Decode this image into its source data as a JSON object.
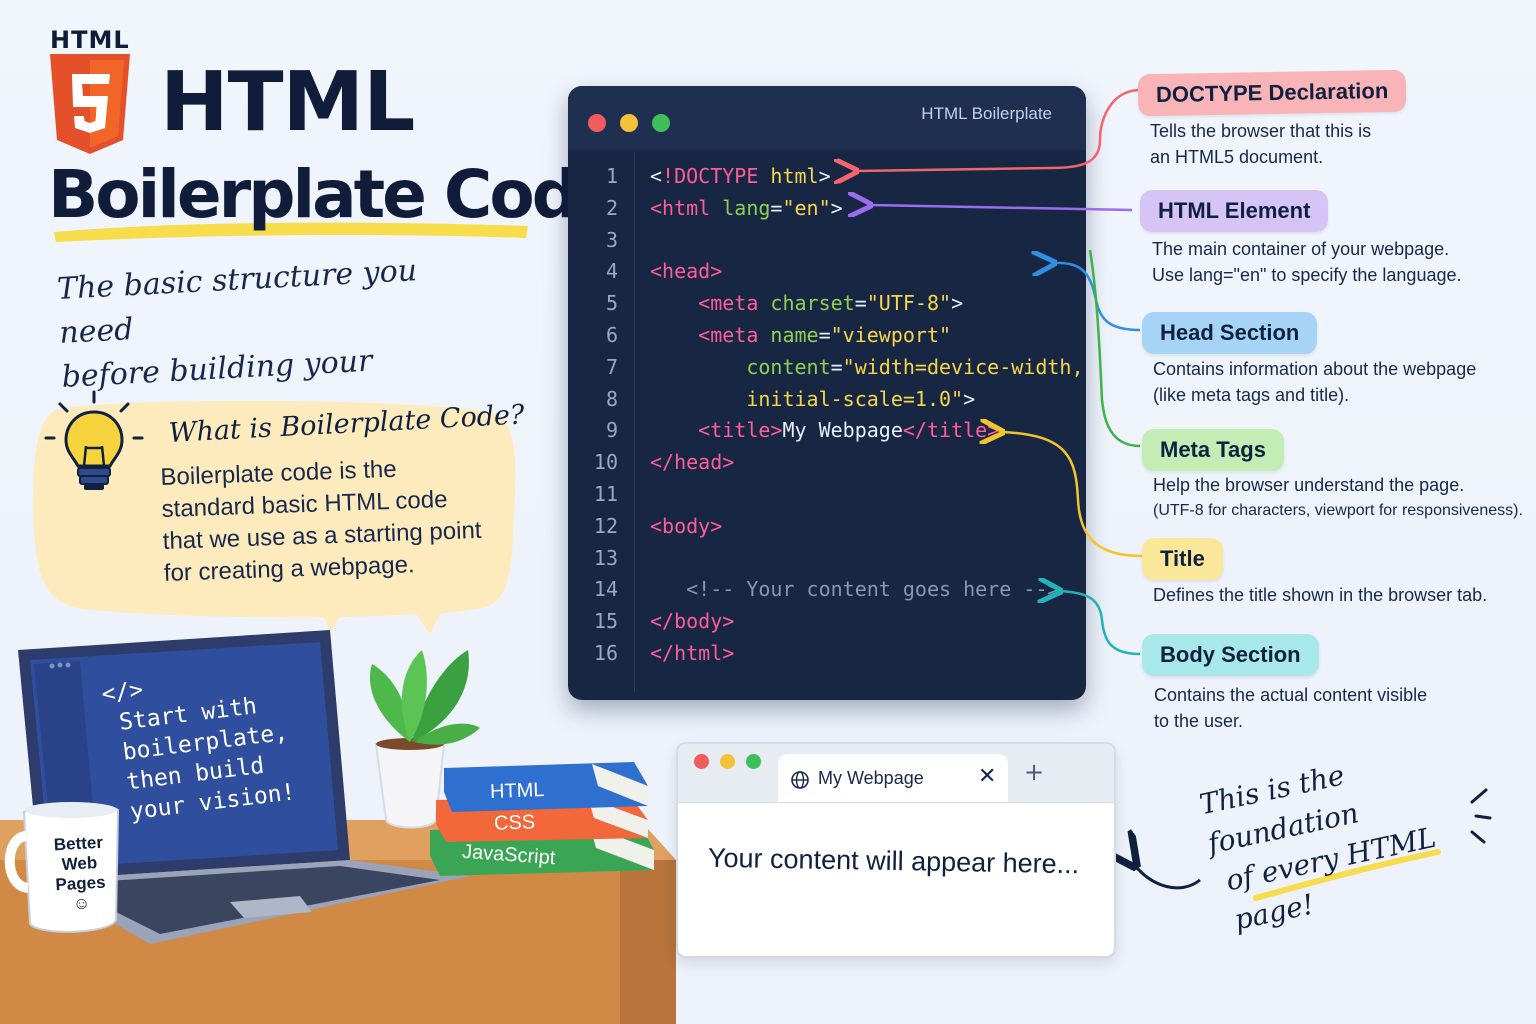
{
  "header": {
    "html5_word": "HTML",
    "html5_shield_number": "5",
    "title_line1": "HTML",
    "title_line2": "Boilerplate Code",
    "tagline_line1": "The basic structure you need",
    "tagline_line2": "before building your webpage!"
  },
  "bubble": {
    "title": "What is Boilerplate Code?",
    "text": "Boilerplate code is the standard basic HTML code that we use as a starting point for creating a webpage."
  },
  "editor": {
    "title": "HTML Boilerplate",
    "lines": [
      {
        "n": "1",
        "tokens": [
          [
            "t-plain",
            "<"
          ],
          [
            "t-doc",
            "!DOCTYPE "
          ],
          [
            "t-str",
            "html"
          ],
          [
            "t-plain",
            ">"
          ]
        ]
      },
      {
        "n": "2",
        "tokens": [
          [
            "t-tag",
            "<html "
          ],
          [
            "t-attr",
            "lang"
          ],
          [
            "t-plain",
            "="
          ],
          [
            "t-str",
            "\"en\""
          ],
          [
            "t-plain",
            ">"
          ]
        ]
      },
      {
        "n": "3",
        "tokens": []
      },
      {
        "n": "4",
        "tokens": [
          [
            "t-tag",
            "<head>"
          ]
        ]
      },
      {
        "n": "5",
        "tokens": [
          [
            "t-plain",
            "    "
          ],
          [
            "t-tag",
            "<meta "
          ],
          [
            "t-attr",
            "charset"
          ],
          [
            "t-plain",
            "="
          ],
          [
            "t-str",
            "\"UTF-8\""
          ],
          [
            "t-plain",
            ">"
          ]
        ]
      },
      {
        "n": "6",
        "tokens": [
          [
            "t-plain",
            "    "
          ],
          [
            "t-tag",
            "<meta "
          ],
          [
            "t-attr",
            "name"
          ],
          [
            "t-plain",
            "="
          ],
          [
            "t-str",
            "\"viewport\""
          ]
        ]
      },
      {
        "n": "7",
        "tokens": [
          [
            "t-plain",
            "        "
          ],
          [
            "t-attr",
            "content"
          ],
          [
            "t-plain",
            "="
          ],
          [
            "t-str",
            "\"width=device-width,"
          ]
        ]
      },
      {
        "n": "8",
        "tokens": [
          [
            "t-plain",
            "        "
          ],
          [
            "t-str",
            "initial-scale=1.0\""
          ],
          [
            "t-plain",
            ">"
          ]
        ]
      },
      {
        "n": "9",
        "tokens": [
          [
            "t-plain",
            "    "
          ],
          [
            "t-tag",
            "<title>"
          ],
          [
            "t-plain",
            "My Webpage"
          ],
          [
            "t-tag",
            "</title>"
          ]
        ]
      },
      {
        "n": "10",
        "tokens": [
          [
            "t-tag",
            "</head>"
          ]
        ]
      },
      {
        "n": "11",
        "tokens": []
      },
      {
        "n": "12",
        "tokens": [
          [
            "t-tag",
            "<body>"
          ]
        ]
      },
      {
        "n": "13",
        "tokens": []
      },
      {
        "n": "14",
        "tokens": [
          [
            "t-com",
            "   <!-- Your content goes here -->"
          ]
        ]
      },
      {
        "n": "15",
        "tokens": [
          [
            "t-tag",
            "</body>"
          ]
        ]
      },
      {
        "n": "16",
        "tokens": [
          [
            "t-tag",
            "</html>"
          ]
        ]
      }
    ]
  },
  "annotations": [
    {
      "label": "DOCTYPE Declaration",
      "color": "#f9b4b8",
      "desc": [
        "Tells the browser that this is",
        "an HTML5 document."
      ],
      "line_color": "#f2646e"
    },
    {
      "label": "HTML Element",
      "color": "#d6c4f6",
      "desc": [
        "The main container of your webpage.",
        "Use lang=\"en\" to specify the language."
      ],
      "line_color": "#9a6cf0"
    },
    {
      "label": "Head Section",
      "color": "#a6d4f6",
      "desc": [
        "Contains information about the webpage",
        "(like meta tags and title)."
      ],
      "line_color": "#2f8fe0"
    },
    {
      "label": "Meta Tags",
      "color": "#c3edb4",
      "desc": [
        "Help the browser understand the page.",
        "(UTF-8 for characters, viewport for responsiveness)."
      ],
      "line_color": "#3fb24a"
    },
    {
      "label": "Title",
      "color": "#fbe79a",
      "desc": [
        "Defines the title shown in the browser tab."
      ],
      "line_color": "#f0c62c"
    },
    {
      "label": "Body Section",
      "color": "#a7e8ea",
      "desc": [
        "Contains the actual content visible",
        "to the user."
      ],
      "line_color": "#22b3b8"
    }
  ],
  "laptop": {
    "text": "</>\n Start with\n boilerplate,\n then build\n your vision!"
  },
  "mug": {
    "text_line1": "Better",
    "text_line2": "Web",
    "text_line3": "Pages",
    "smile": "☺"
  },
  "books": [
    {
      "label": "HTML",
      "color": "#2f6fd0"
    },
    {
      "label": "CSS",
      "color": "#f2683a"
    },
    {
      "label": "JavaScript",
      "color": "#3aa655"
    }
  ],
  "browser": {
    "tab_label": "My Webpage",
    "tab_close": "✕",
    "new_tab": "+",
    "content": "Your content will appear here..."
  },
  "foundation": {
    "line1": "This is the foundation",
    "line2": "of every HTML page!"
  },
  "colors": {
    "navy": "#0f1c3a",
    "html5_orange": "#e4502a",
    "highlight_yellow": "#f7dc4c",
    "editor_bg": "#172643",
    "dot_red": "#f15b5b",
    "dot_yellow": "#f4c23a",
    "dot_green": "#3fbf5a"
  }
}
